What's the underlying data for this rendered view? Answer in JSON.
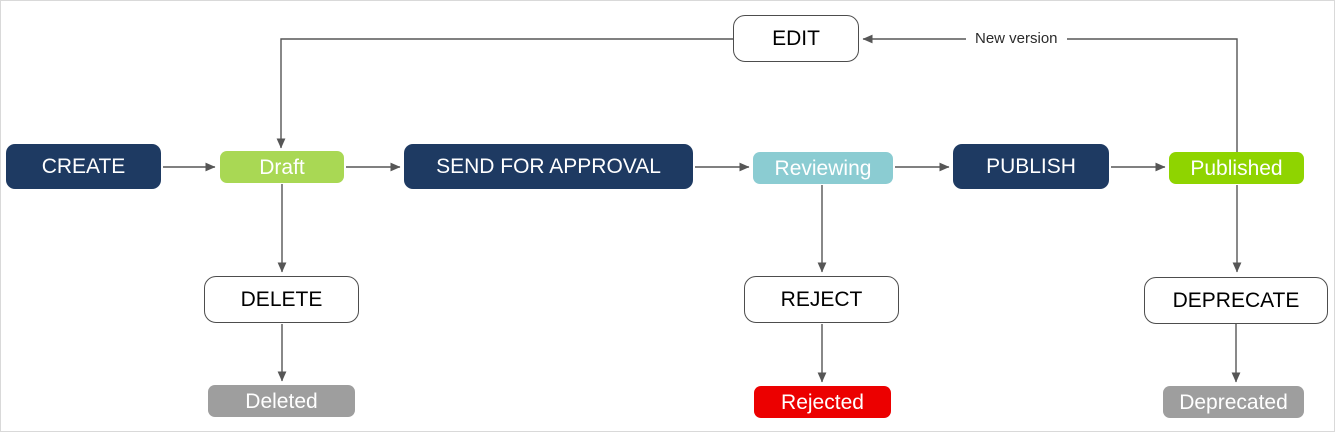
{
  "diagram": {
    "nodes": [
      {
        "id": "create",
        "label": "CREATE",
        "kind": "action",
        "color": "#1e3a62",
        "text_color": "#ffffff"
      },
      {
        "id": "draft",
        "label": "Draft",
        "kind": "state",
        "color": "#a9d854",
        "text_color": "#ffffff"
      },
      {
        "id": "send-for-approval",
        "label": "SEND FOR APPROVAL",
        "kind": "action",
        "color": "#1e3a62",
        "text_color": "#ffffff"
      },
      {
        "id": "reviewing",
        "label": "Reviewing",
        "kind": "state",
        "color": "#8bccd2",
        "text_color": "#ffffff"
      },
      {
        "id": "publish",
        "label": "PUBLISH",
        "kind": "action",
        "color": "#1e3a62",
        "text_color": "#ffffff"
      },
      {
        "id": "published",
        "label": "Published",
        "kind": "state",
        "color": "#8fd400",
        "text_color": "#ffffff"
      },
      {
        "id": "edit",
        "label": "EDIT",
        "kind": "action-outline",
        "color": "#ffffff",
        "text_color": "#000000"
      },
      {
        "id": "delete",
        "label": "DELETE",
        "kind": "action-outline",
        "color": "#ffffff",
        "text_color": "#000000"
      },
      {
        "id": "deleted",
        "label": "Deleted",
        "kind": "state",
        "color": "#9e9e9e",
        "text_color": "#ffffff"
      },
      {
        "id": "reject",
        "label": "REJECT",
        "kind": "action-outline",
        "color": "#ffffff",
        "text_color": "#000000"
      },
      {
        "id": "rejected",
        "label": "Rejected",
        "kind": "state",
        "color": "#ec0000",
        "text_color": "#ffffff"
      },
      {
        "id": "deprecate",
        "label": "DEPRECATE",
        "kind": "action-outline",
        "color": "#ffffff",
        "text_color": "#000000"
      },
      {
        "id": "deprecated",
        "label": "Deprecated",
        "kind": "state",
        "color": "#9e9e9e",
        "text_color": "#ffffff"
      }
    ],
    "edges": [
      {
        "from": "create",
        "to": "draft"
      },
      {
        "from": "draft",
        "to": "send-for-approval"
      },
      {
        "from": "send-for-approval",
        "to": "reviewing"
      },
      {
        "from": "reviewing",
        "to": "publish"
      },
      {
        "from": "publish",
        "to": "published"
      },
      {
        "from": "edit",
        "to": "draft"
      },
      {
        "from": "published",
        "to": "edit",
        "label": "New version"
      },
      {
        "from": "draft",
        "to": "delete"
      },
      {
        "from": "delete",
        "to": "deleted"
      },
      {
        "from": "reviewing",
        "to": "reject"
      },
      {
        "from": "reject",
        "to": "rejected"
      },
      {
        "from": "published",
        "to": "deprecate"
      },
      {
        "from": "deprecate",
        "to": "deprecated"
      }
    ],
    "colors": {
      "action_fill": "#1e3a62",
      "state_draft": "#a9d854",
      "state_published": "#8fd400",
      "state_reviewing": "#8bccd2",
      "state_terminal_gray": "#9e9e9e",
      "state_rejected_red": "#ec0000",
      "edge_stroke": "#565656",
      "outline_border": "#4d4d4d"
    }
  }
}
